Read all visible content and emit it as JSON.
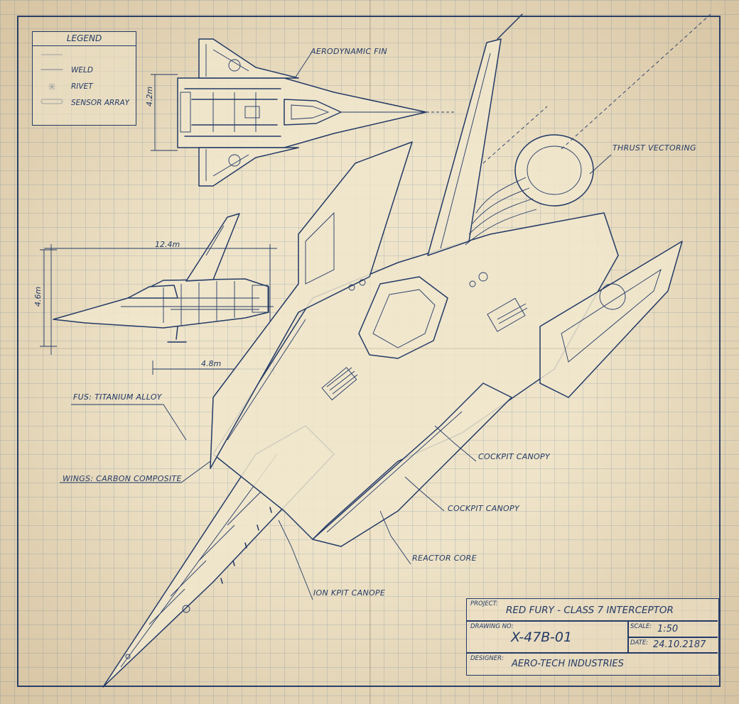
{
  "legend": {
    "title": "LEGEND",
    "items": [
      {
        "label": "",
        "symbol": "thin-line"
      },
      {
        "label": "WELD",
        "symbol": "thick-line"
      },
      {
        "label": "RIVET",
        "symbol": "rivet-mark"
      },
      {
        "label": "SENSOR ARRAY",
        "symbol": "sensor-capsule"
      }
    ]
  },
  "dimensions": {
    "top_width": "4.2m",
    "side_length": "12.4m",
    "side_height": "4.6m",
    "side_bottom": "4.8m"
  },
  "callouts": {
    "aerodynamic_fin": "AERODYNAMIC FIN",
    "thrust_vectoring": "THRUST VECTORING",
    "fuselage": "FUS: TITANIUM ALLOY",
    "wings": "WINGS: CARBON COMPOSITE",
    "cockpit_canopy_1": "COCKPIT CANOPY",
    "cockpit_canopy_2": "COCKPIT CANOPY",
    "reactor_core": "REACTOR CORE",
    "ion_kpit": "ION KPIT CANOPE"
  },
  "title_block": {
    "project_caption": "PROJECT:",
    "project": "RED FURY - CLASS 7 INTERCEPTOR",
    "drawing_caption": "DRAWING NO:",
    "drawing_no": "X-47B-01",
    "scale_caption": "SCALE:",
    "scale": "1:50",
    "date_caption": "DATE:",
    "date": "24.10.2187",
    "designer_caption": "DESIGNER:",
    "designer": "AERO-TECH INDUSTRIES"
  },
  "colors": {
    "ink": "#233a66",
    "paper": "#efe4c9"
  }
}
